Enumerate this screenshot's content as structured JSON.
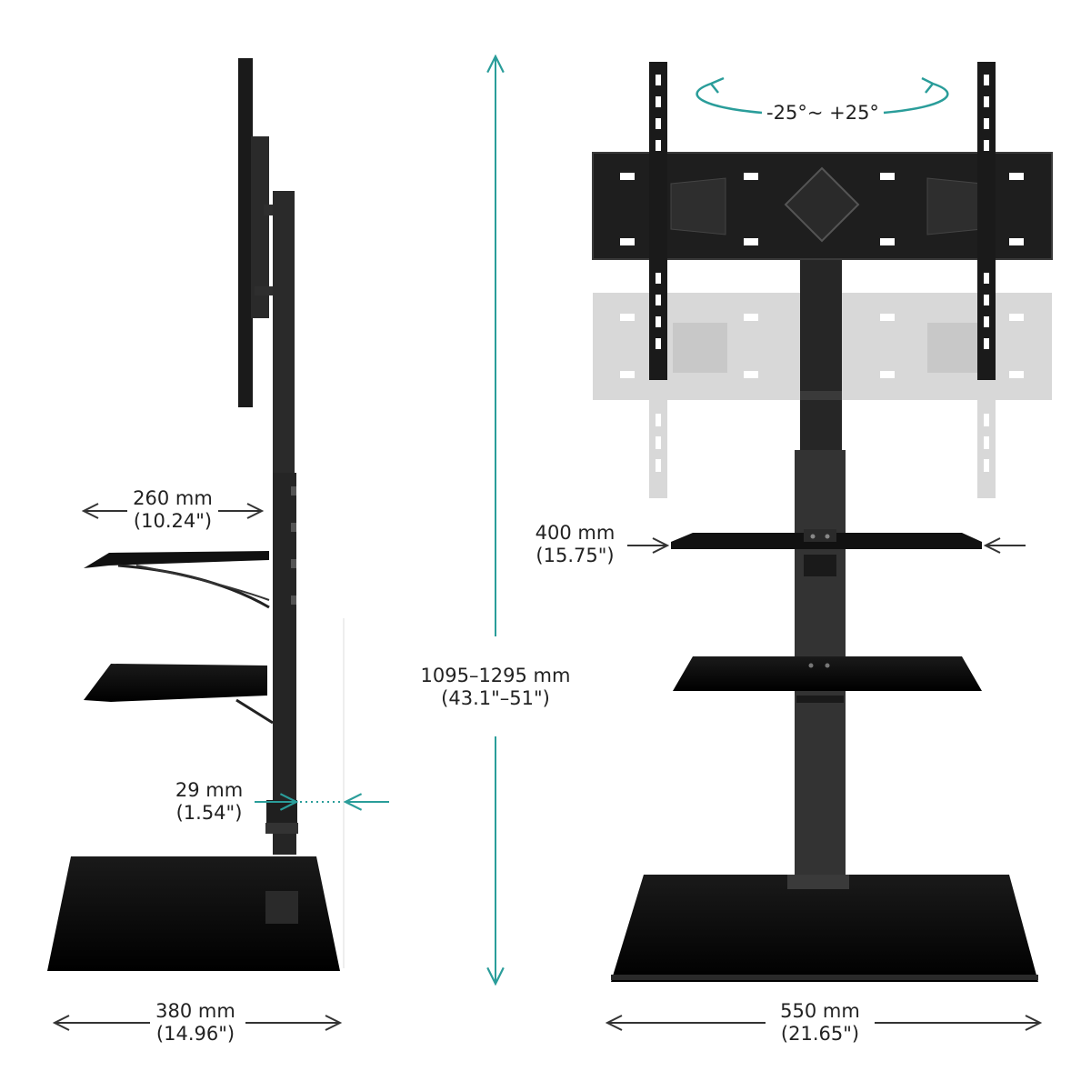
{
  "colors": {
    "accent": "#2a9d9a",
    "dimension_line": "#333333",
    "stand": "#1e1e1e",
    "glass": "#0d0d0d",
    "ghost": "#d6d6d6"
  },
  "dimensions": {
    "shelf_depth": {
      "mm": "260 mm",
      "inch": "(10.24\")"
    },
    "pole_diameter": {
      "mm": "29 mm",
      "inch": "(1.54\")"
    },
    "base_depth": {
      "mm": "380 mm",
      "inch": "(14.96\")"
    },
    "height_range": {
      "mm": "1095–1295 mm",
      "inch": "(43.1\"–51\")"
    },
    "shelf_width": {
      "mm": "400 mm",
      "inch": "(15.75\")"
    },
    "base_width": {
      "mm": "550 mm",
      "inch": "(21.65\")"
    },
    "swivel": "-25°~ +25°"
  },
  "icons": [
    "rotate-left-arrow-icon",
    "rotate-right-arrow-icon"
  ]
}
